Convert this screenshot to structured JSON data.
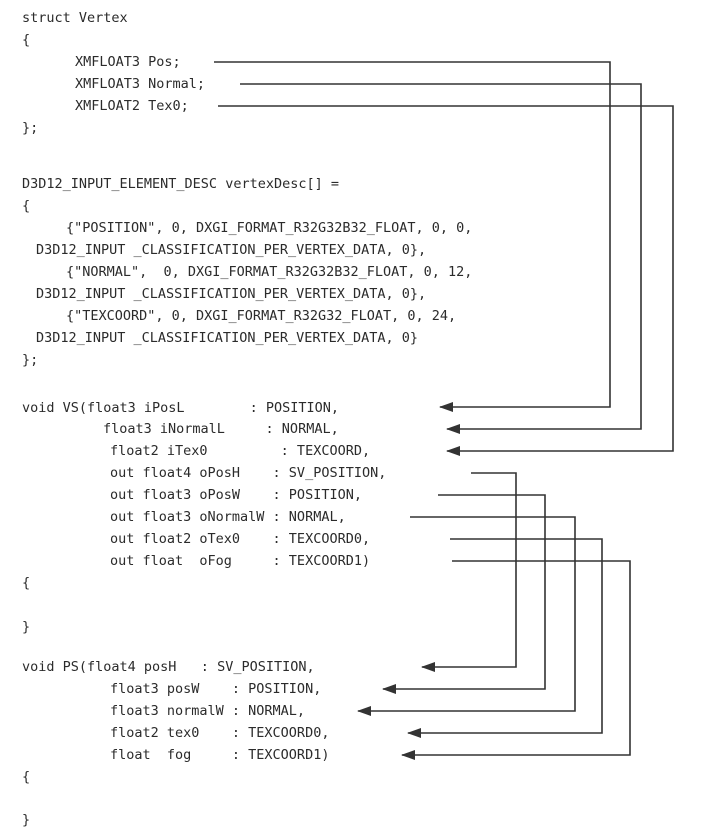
{
  "code_lines": [
    "struct Vertex",
    "{",
    "XMFLOAT3 Pos;",
    "XMFLOAT3 Normal;",
    "XMFLOAT2 Tex0;",
    "};",
    "D3D12_INPUT_ELEMENT_DESC vertexDesc[] =",
    "{",
    "{\"POSITION\", 0, DXGI_FORMAT_R32G32B32_FLOAT, 0, 0,",
    "D3D12_INPUT _CLASSIFICATION_PER_VERTEX_DATA, 0},",
    "{\"NORMAL\",  0, DXGI_FORMAT_R32G32B32_FLOAT, 0, 12,",
    "D3D12_INPUT _CLASSIFICATION_PER_VERTEX_DATA, 0},",
    "{\"TEXCOORD\", 0, DXGI_FORMAT_R32G32_FLOAT, 0, 24,",
    "D3D12_INPUT _CLASSIFICATION_PER_VERTEX_DATA, 0}",
    "};",
    "void VS(float3 iPosL        : POSITION,",
    "float3 iNormalL     : NORMAL,",
    "float2 iTex0         : TEXCOORD,",
    "out float4 oPosH    : SV_POSITION,",
    "out float3 oPosW    : POSITION,",
    "out float3 oNormalW : NORMAL,",
    "out float2 oTex0    : TEXCOORD0,",
    "out float  oFog     : TEXCOORD1)",
    "{",
    "}",
    "void PS(float4 posH   : SV_POSITION,",
    "float3 posW    : POSITION,",
    "float3 normalW : NORMAL,",
    "float2 tex0    : TEXCOORD0,",
    "float  fog     : TEXCOORD1)",
    "{",
    "}"
  ],
  "connector_color": "#333333"
}
